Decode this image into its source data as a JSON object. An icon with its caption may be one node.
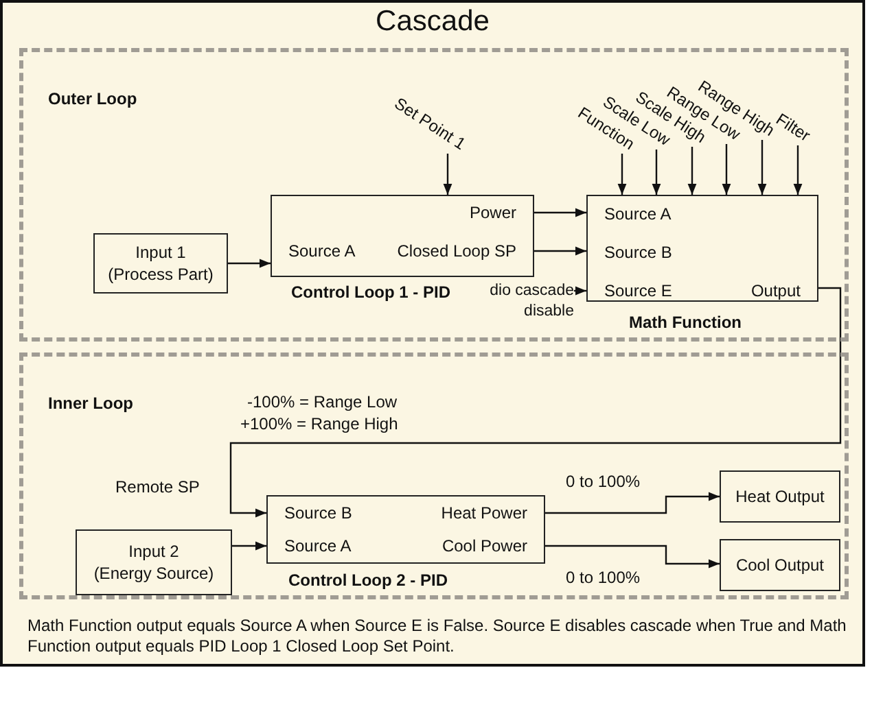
{
  "diagram": {
    "title": "Cascade",
    "caption": "Math Function output equals Source A when Source E is False. Source E disables cascade when True and Math Function output equals PID Loop 1 Closed Loop Set Point.",
    "nodes": [
      {
        "text": [
          "Outer Loop"
        ]
      },
      {
        "text": [
          "Input 1 (Process Part)"
        ],
        "in": 0
      },
      {
        "text": [
          "Power",
          "Source A",
          "Closed Loop SP",
          "Control Loop 1 - PID"
        ],
        "in": 0
      },
      {
        "text": [
          "Source A",
          "Source B",
          "Source E",
          "Output",
          "Math Function"
        ],
        "in": 0
      },
      {
        "text": [
          "Set Point 1"
        ],
        "in": 0
      },
      {
        "text": [
          "Function"
        ],
        "in": 0
      },
      {
        "text": [
          "Scale Low"
        ],
        "in": 0
      },
      {
        "text": [
          "Scale High"
        ],
        "in": 0
      },
      {
        "text": [
          "Range Low"
        ],
        "in": 0
      },
      {
        "text": [
          "Range High"
        ],
        "in": 0
      },
      {
        "text": [
          "Filter"
        ],
        "in": 0
      },
      {
        "text": [
          "dio cascade disable"
        ],
        "in": 0
      },
      {
        "text": [
          "Inner Loop"
        ]
      },
      {
        "text": [
          "Input 2 (Energy Source)"
        ],
        "in": 12
      },
      {
        "text": [
          "Source B",
          "Heat Power",
          "Source A",
          "Cool Power",
          "Control Loop 2 - PID"
        ],
        "in": 12
      },
      {
        "text": [
          "Heat Output"
        ],
        "in": 12
      },
      {
        "text": [
          "Cool Output"
        ],
        "in": 12
      }
    ],
    "edges": [
      {
        "from": 1,
        "to": 2,
        "arrow": "to"
      },
      {
        "from": 4,
        "to": 2,
        "arrow": "to"
      },
      {
        "from": 2,
        "to": 3,
        "arrow": "to"
      },
      {
        "from": 2,
        "to": 3,
        "arrow": "to"
      },
      {
        "from": 11,
        "to": 3,
        "arrow": "to"
      },
      {
        "from": 5,
        "to": 3,
        "arrow": "to"
      },
      {
        "from": 6,
        "to": 3,
        "arrow": "to"
      },
      {
        "from": 7,
        "to": 3,
        "arrow": "to"
      },
      {
        "from": 8,
        "to": 3,
        "arrow": "to"
      },
      {
        "from": 9,
        "to": 3,
        "arrow": "to"
      },
      {
        "from": 10,
        "to": 3,
        "arrow": "to"
      },
      {
        "from": 3,
        "to": 14,
        "arrow": "to",
        "label": "Remote SP"
      },
      {
        "from": 13,
        "to": 14,
        "arrow": "to"
      },
      {
        "from": 14,
        "to": 15,
        "arrow": "to",
        "label": "0 to 100%"
      },
      {
        "from": 14,
        "to": 16,
        "arrow": "to",
        "label": "0 to 100%"
      }
    ],
    "labels": [
      "-100% = Range Low",
      "+100% = Range High"
    ]
  }
}
